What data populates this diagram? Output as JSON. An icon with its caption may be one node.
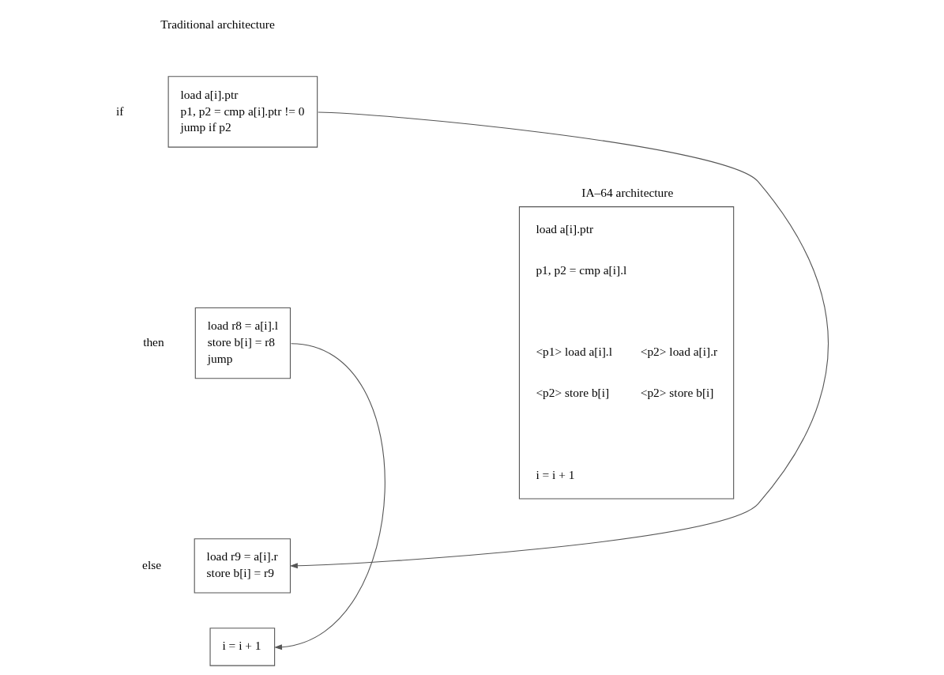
{
  "diagram": {
    "nodes": [
      {
        "text": [
          "load a[i].ptr",
          "p1, p2 = cmp a[i].ptr != 0",
          "jump if p2"
        ],
        "beside": [
          "if"
        ]
      },
      {
        "text": [
          "load r8 = a[i].l",
          "store b[i] = r8",
          "jump"
        ],
        "beside": [
          "then"
        ]
      },
      {
        "text": [
          "load r9 = a[i].r",
          "store b[i] = r9"
        ],
        "beside": [
          "else"
        ]
      },
      {
        "text": [
          "i = i + 1"
        ]
      },
      {
        "text": [
          "IA–64 architecture",
          "load a[i].ptr",
          "p1, p2 = cmp a[i].l",
          "<p1> load a[i].l",
          "<p2> load a[i].r",
          "<p2> store b[i]",
          "<p2> store b[i]",
          "i = i + 1"
        ]
      }
    ],
    "edges": [
      {
        "from": 0,
        "to": 2,
        "arrow": "to"
      },
      {
        "from": 1,
        "to": 3,
        "arrow": "to"
      }
    ],
    "labels": [
      "Traditional architecture"
    ]
  }
}
